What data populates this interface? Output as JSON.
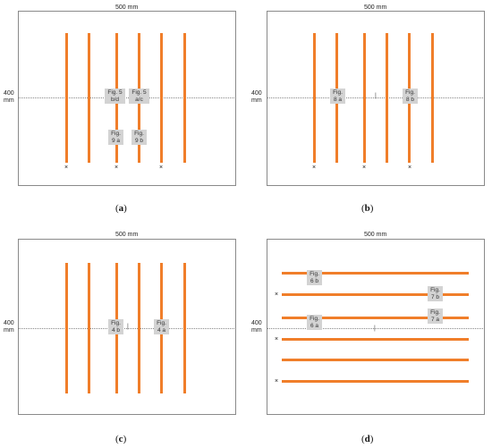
{
  "width_label": "500 mm",
  "height_label": "400\nmm",
  "marker_symbol": "×",
  "center_tick": "|",
  "bar_color": "#f07e2a",
  "panels": {
    "a": {
      "caption_letter": "a",
      "labels": [
        "Fig. 5\nb/d",
        "Fig. 5\na/c",
        "Fig.\n9 a",
        "Fig.\n9 b"
      ]
    },
    "b": {
      "caption_letter": "b",
      "labels": [
        "Fig.\n8 a",
        "Fig.\n8 b"
      ]
    },
    "c": {
      "caption_letter": "c",
      "labels": [
        "Fig.\n4 b",
        "Fig.\n4 a"
      ]
    },
    "d": {
      "caption_letter": "d",
      "labels": [
        "Fig.\n6 b",
        "Fig.\n7 b",
        "Fig.\n6 a",
        "Fig.\n7 a"
      ]
    }
  }
}
